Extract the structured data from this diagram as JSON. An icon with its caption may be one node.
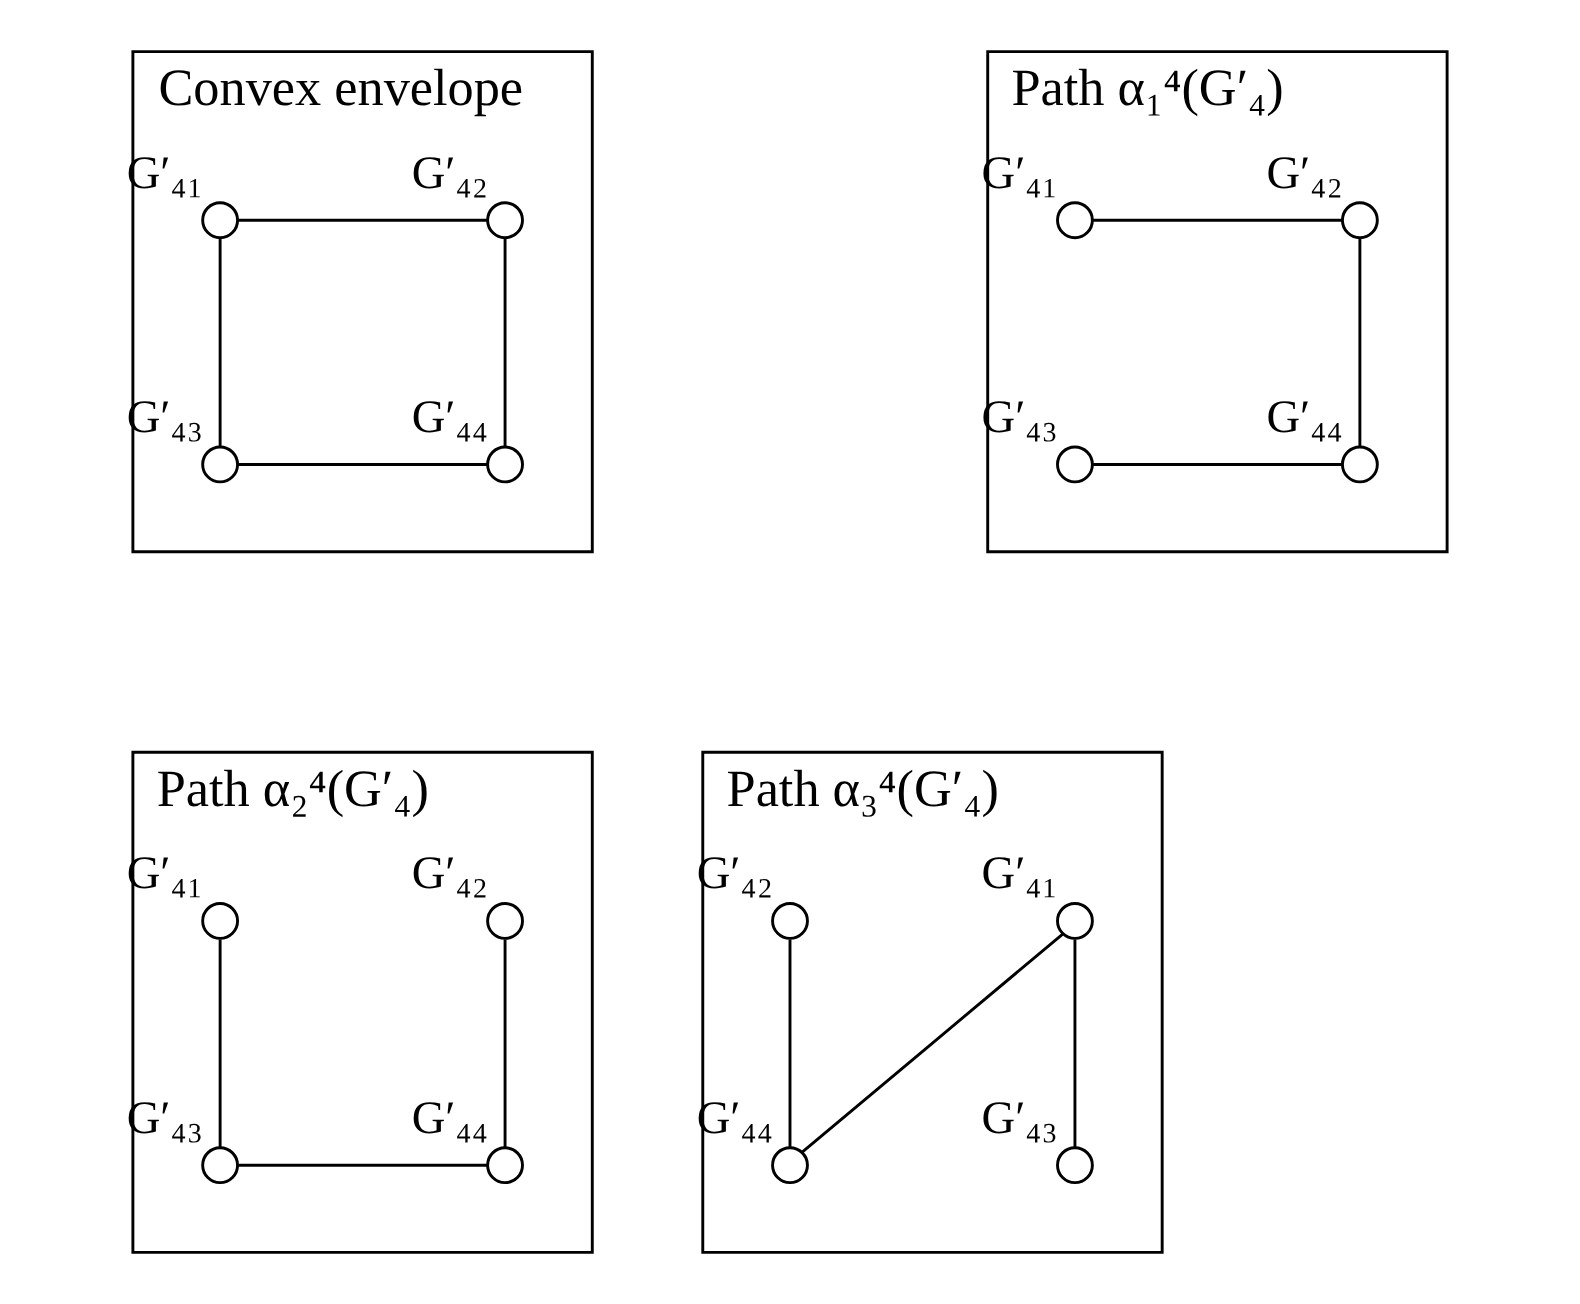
{
  "diagram": {
    "nodes": [
      {
        "text": [
          "Convex envelope"
        ]
      },
      {
        "text": [],
        "shape": "circle",
        "in": 0,
        "beside": [
          "G′₄₁"
        ]
      },
      {
        "text": [],
        "shape": "circle",
        "in": 0,
        "beside": [
          "G′₄₂"
        ]
      },
      {
        "text": [],
        "shape": "circle",
        "in": 0,
        "beside": [
          "G′₄₃"
        ]
      },
      {
        "text": [],
        "shape": "circle",
        "in": 0,
        "beside": [
          "G′₄₄"
        ]
      },
      {
        "text": [
          "Path α₁⁴(G′₄)"
        ]
      },
      {
        "text": [],
        "shape": "circle",
        "in": 5,
        "beside": [
          "G′₄₁"
        ]
      },
      {
        "text": [],
        "shape": "circle",
        "in": 5,
        "beside": [
          "G′₄₂"
        ]
      },
      {
        "text": [],
        "shape": "circle",
        "in": 5,
        "beside": [
          "G′₄₃"
        ]
      },
      {
        "text": [],
        "shape": "circle",
        "in": 5,
        "beside": [
          "G′₄₄"
        ]
      },
      {
        "text": [
          "Path α₂⁴(G′₄)"
        ]
      },
      {
        "text": [],
        "shape": "circle",
        "in": 10,
        "beside": [
          "G′₄₁"
        ]
      },
      {
        "text": [],
        "shape": "circle",
        "in": 10,
        "beside": [
          "G′₄₂"
        ]
      },
      {
        "text": [],
        "shape": "circle",
        "in": 10,
        "beside": [
          "G′₄₃"
        ]
      },
      {
        "text": [],
        "shape": "circle",
        "in": 10,
        "beside": [
          "G′₄₄"
        ]
      },
      {
        "text": [
          "Path α₃⁴(G′₄)"
        ]
      },
      {
        "text": [],
        "shape": "circle",
        "in": 15,
        "beside": [
          "G′₄₁"
        ]
      },
      {
        "text": [],
        "shape": "circle",
        "in": 15,
        "beside": [
          "G′₄₂"
        ]
      },
      {
        "text": [],
        "shape": "circle",
        "in": 15,
        "beside": [
          "G′₄₃"
        ]
      },
      {
        "text": [],
        "shape": "circle",
        "in": 15,
        "beside": [
          "G′₄₄"
        ]
      }
    ],
    "edges": [
      {
        "from": 1,
        "to": 2,
        "arrow": "none"
      },
      {
        "from": 2,
        "to": 4,
        "arrow": "none"
      },
      {
        "from": 4,
        "to": 3,
        "arrow": "none"
      },
      {
        "from": 3,
        "to": 1,
        "arrow": "none"
      },
      {
        "from": 6,
        "to": 7,
        "arrow": "none"
      },
      {
        "from": 7,
        "to": 9,
        "arrow": "none"
      },
      {
        "from": 8,
        "to": 9,
        "arrow": "none"
      },
      {
        "from": 11,
        "to": 13,
        "arrow": "none"
      },
      {
        "from": 13,
        "to": 14,
        "arrow": "none"
      },
      {
        "from": 14,
        "to": 12,
        "arrow": "none"
      },
      {
        "from": 17,
        "to": 19,
        "arrow": "none"
      },
      {
        "from": 19,
        "to": 16,
        "arrow": "none"
      },
      {
        "from": 16,
        "to": 18,
        "arrow": "none"
      }
    ]
  }
}
